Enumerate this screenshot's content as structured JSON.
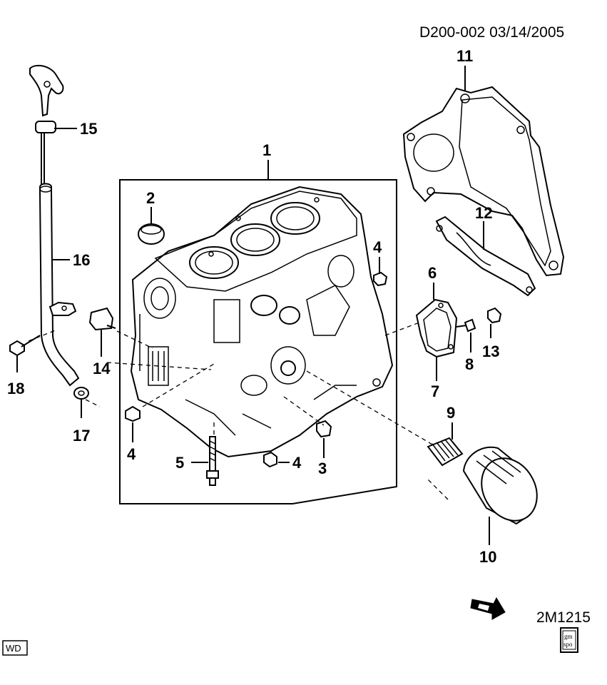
{
  "header": {
    "code": "D200-002  03/14/2005"
  },
  "reference": {
    "code": "2M1215"
  },
  "badges": {
    "wd": "WD",
    "gm_line1": "gm",
    "gm_line2": "spo"
  },
  "callouts": [
    "1",
    "2",
    "3",
    "4",
    "4",
    "4",
    "5",
    "6",
    "7",
    "8",
    "9",
    "10",
    "11",
    "12",
    "13",
    "14",
    "15",
    "16",
    "17",
    "18"
  ],
  "icons": {
    "direction_arrow": "arrow-right-icon",
    "service_badge": "gm-spo-icon"
  }
}
